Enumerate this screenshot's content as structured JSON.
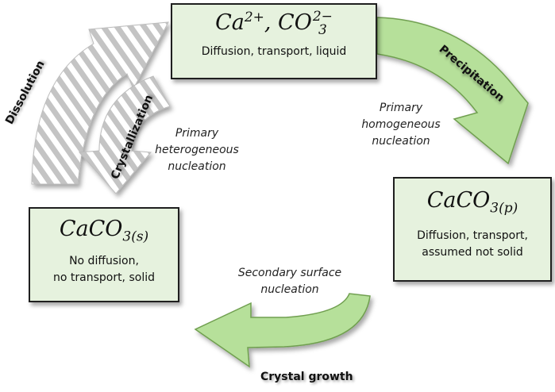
{
  "nodes": {
    "ions": {
      "formula_main": "Ca",
      "formula_sup1": "2+",
      "formula_mid": ", CO",
      "formula_sup2": "2−",
      "formula_sub2": "3",
      "desc_lines": [
        "Diffusion, transport, liquid"
      ]
    },
    "precipitate": {
      "formula_main": "CaCO",
      "formula_sub": "3(p)",
      "desc_lines": [
        "Diffusion, transport,",
        "assumed not solid"
      ]
    },
    "solid": {
      "formula_main": "CaCO",
      "formula_sub": "3(s)",
      "desc_lines": [
        "No diffusion,",
        "no transport, solid"
      ]
    }
  },
  "processes": {
    "precipitation": "Precipitation",
    "crystal_growth": "Crystal growth",
    "dissolution": "Dissolution",
    "crystallization": "Crystallization"
  },
  "notes": {
    "homogeneous": [
      "Primary",
      "homogeneous",
      "nucleation"
    ],
    "heterogeneous": [
      "Primary",
      "heterogeneous",
      "nucleation"
    ],
    "secondary": [
      "Secondary surface",
      "nucleation"
    ]
  },
  "colors": {
    "box_fill": "#e6f2de",
    "arrow_fill": "#b6e09a",
    "arrow_stroke": "#6f9f4f",
    "hatch_stripe": "#c4c4c4"
  }
}
